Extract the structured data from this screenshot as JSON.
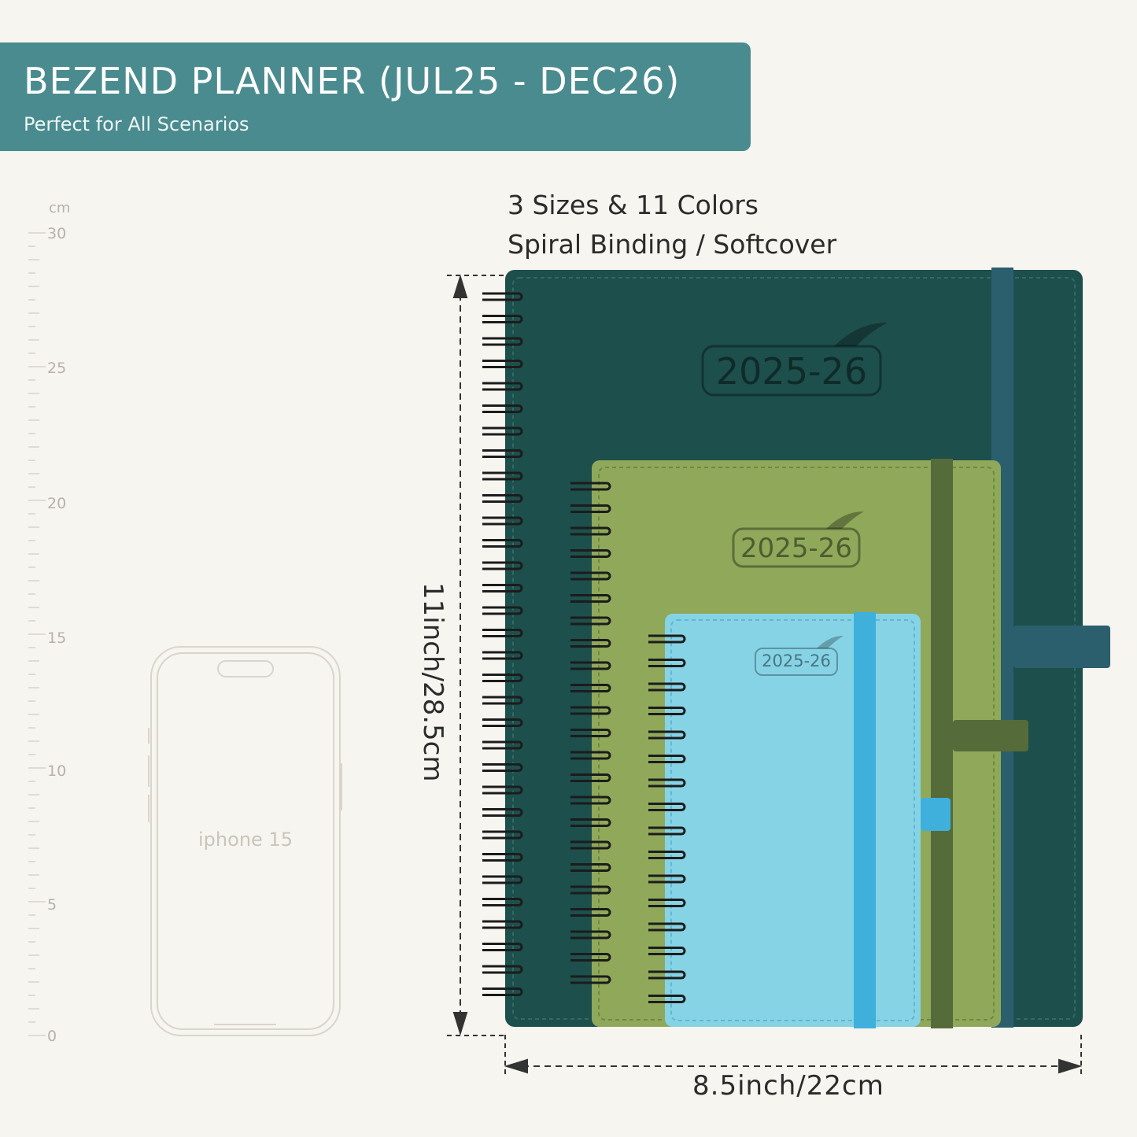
{
  "header": {
    "title": "BEZEND PLANNER (JUL25 - DEC26)",
    "subtitle": "Perfect for All Scenarios"
  },
  "specs": {
    "line1": "3 Sizes & 11 Colors",
    "line2": "Spiral Binding / Softcover"
  },
  "ruler": {
    "unit": "cm",
    "labels": [
      "30",
      "25",
      "20",
      "15",
      "10",
      "5",
      "0"
    ]
  },
  "phone": {
    "label": "iphone 15"
  },
  "dimensions": {
    "height": "11inch/28.5cm",
    "width": "8.5inch/22cm"
  },
  "planners": [
    {
      "size": "large",
      "cover_text": "2025-26",
      "color": "#1d4f4c",
      "band_color": "#2c5f6e"
    },
    {
      "size": "medium",
      "cover_text": "2025-26",
      "color": "#8fa85a",
      "band_color": "#566b3a"
    },
    {
      "size": "small",
      "cover_text": "2025-26",
      "color": "#86d3e6",
      "band_color": "#3fb0db"
    }
  ],
  "colors": {
    "banner": "#4a8b8f",
    "background": "#f7f5ef"
  }
}
